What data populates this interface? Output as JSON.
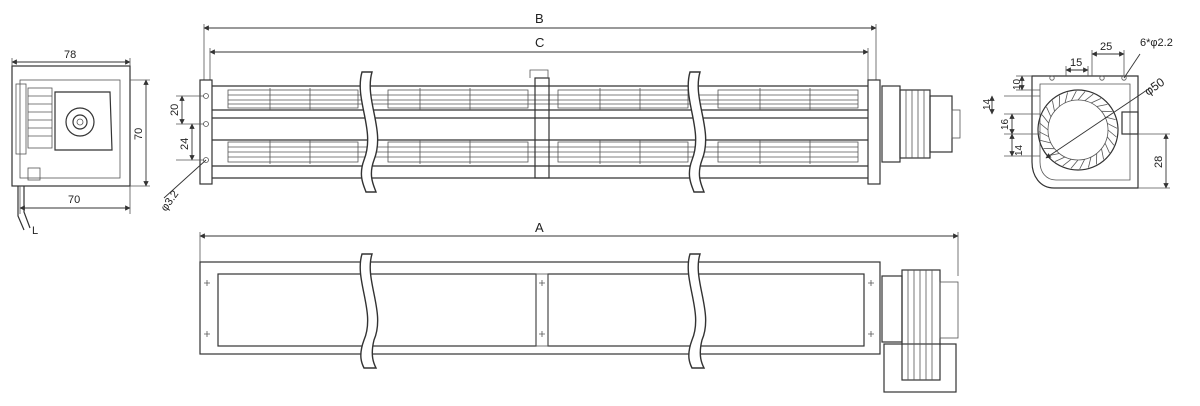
{
  "labels": {
    "A": "A",
    "B": "B",
    "C": "C",
    "L": "L"
  },
  "dims": {
    "d78": "78",
    "d70_side": "70",
    "d70_bottom": "70",
    "d20": "20",
    "d24": "24",
    "phi3_2": "φ3.2",
    "d25": "25",
    "holes": "6*φ2.2",
    "d15": "15",
    "d10": "10",
    "phi50": "φ50",
    "d14_top": "14",
    "d16": "16",
    "d14_bottom": "14",
    "d28": "28"
  },
  "colors": {
    "line": "#333333",
    "background": "#ffffff"
  }
}
